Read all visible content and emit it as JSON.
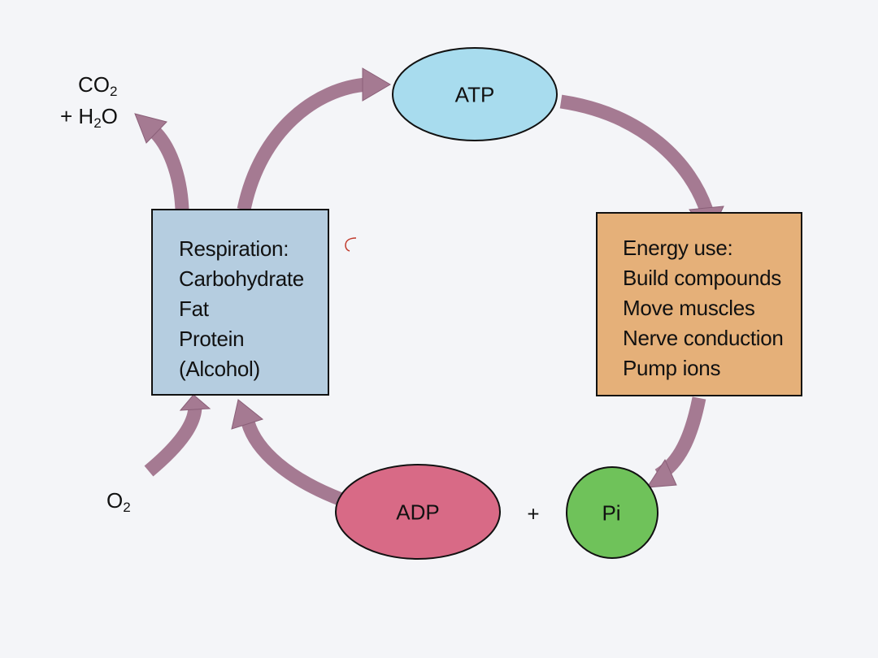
{
  "colors": {
    "arrow": "#a57a92",
    "arrow_edge": "#8a5f78",
    "atp_fill": "#a8dcee",
    "adp_fill": "#d86a86",
    "pi_fill": "#6fc25a",
    "respiration_box_fill": "#b5cde0",
    "energy_box_fill": "#e5b079",
    "outline": "#111111"
  },
  "nodes": {
    "atp": "ATP",
    "adp": "ADP",
    "pi": "Pi",
    "plus": "+"
  },
  "inputs_outputs": {
    "co2_main": "CO",
    "co2_sub": "2",
    "h2o_prefix": "+ H",
    "h2o_sub": "2",
    "h2o_suffix": "O",
    "o2_main": "O",
    "o2_sub": "2"
  },
  "respiration_box": {
    "lines": [
      "Respiration:",
      "Carbohydrate",
      "Fat",
      "Protein",
      "(Alcohol)"
    ]
  },
  "energy_box": {
    "lines": [
      "Energy use:",
      "Build compounds",
      "Move muscles",
      "Nerve conduction",
      "Pump ions"
    ]
  },
  "annotation_mark": "⌒"
}
